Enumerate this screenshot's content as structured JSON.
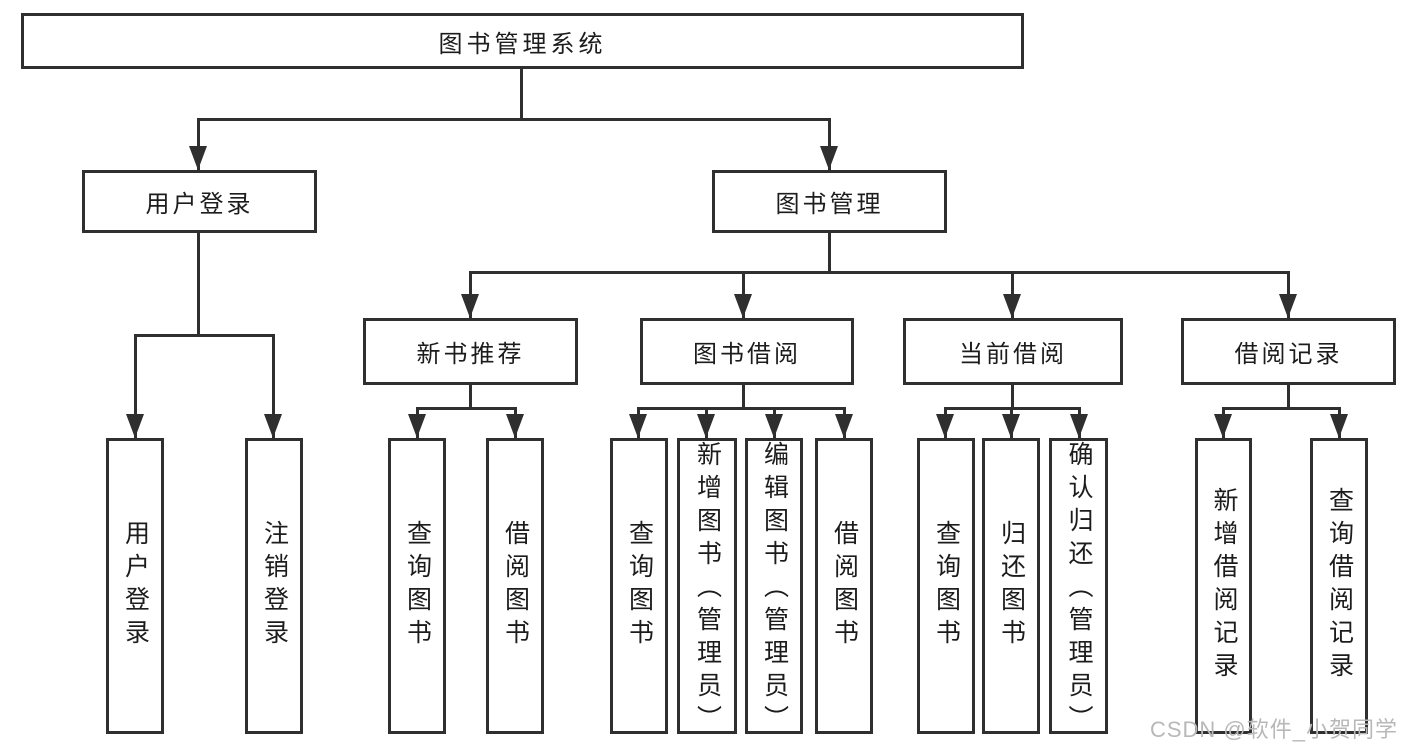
{
  "page": {
    "background": "#ffffff"
  },
  "colors": {
    "line": "#2f2f2f",
    "box_border": "#2f2f2f",
    "text": "#1c1c1c",
    "watermark": "#b8b8b8"
  },
  "watermark": {
    "text": "CSDN @软件_小贺同学"
  },
  "tree": {
    "root": {
      "label": "图书管理系统"
    },
    "level2": [
      {
        "label": "用户登录",
        "children": [
          {
            "label": "用户登录"
          },
          {
            "label": "注销登录"
          }
        ]
      },
      {
        "label": "图书管理",
        "children": [
          {
            "label": "新书推荐",
            "children": [
              {
                "label": "查询图书"
              },
              {
                "label": "借阅图书"
              }
            ]
          },
          {
            "label": "图书借阅",
            "children": [
              {
                "label": "查询图书"
              },
              {
                "label": "新增图书（管理员）"
              },
              {
                "label": "编辑图书（管理员）"
              },
              {
                "label": "借阅图书"
              }
            ]
          },
          {
            "label": "当前借阅",
            "children": [
              {
                "label": "查询图书"
              },
              {
                "label": "归还图书"
              },
              {
                "label": "确认归还（管理员）"
              }
            ]
          },
          {
            "label": "借阅记录",
            "children": [
              {
                "label": "新增借阅记录"
              },
              {
                "label": "查询借阅记录"
              }
            ]
          }
        ]
      }
    ]
  }
}
